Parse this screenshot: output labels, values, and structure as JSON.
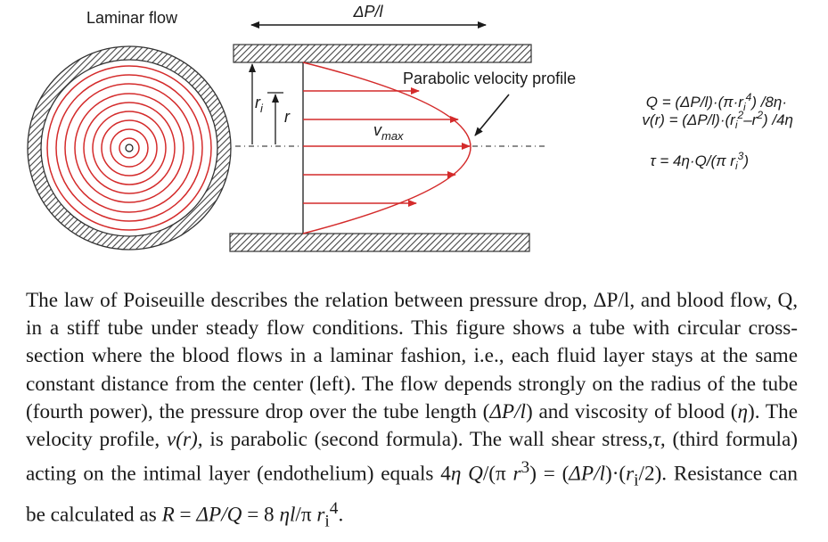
{
  "figure": {
    "cross_section_label": "Laminar flow",
    "pressure_label": "ΔP/l",
    "profile_label": "Parabolic velocity profile",
    "radius_labels": {
      "outer": "r",
      "outer_subscript": "i",
      "inner": "r"
    },
    "vmax_label": "v",
    "vmax_subscript": "max",
    "formulas": {
      "q": {
        "head": "Q = (ΔP/l)·(π·r",
        "sub": "i",
        "sup": "4",
        "tail": ") /8η·"
      },
      "v": {
        "head": "v(r) = (ΔP/l)·(r",
        "sub": "i",
        "sup": "2",
        "mid": "–r",
        "sup2": "2",
        "tail": ") /4η"
      },
      "tau": {
        "head": "τ = 4η·Q/(π r",
        "sub": "i",
        "sup": "3",
        "tail": ")"
      }
    },
    "colors": {
      "flow": "#d42b2b",
      "wall": "#444444",
      "ink": "#1a1a1a"
    }
  },
  "caption": {
    "s1": "The law of Poiseuille describes the relation between pressure drop, ΔP/l, and blood flow, Q, in a stiff tube under steady flow conditions. This figure shows a tube with circular cross-section where the blood flows in a laminar fashion, i.e., each fluid layer stays at the same constant distance from the center (left). The flow depends strongly on the radius of the tube (fourth power), the pressure drop over the tube length (",
    "s1_sym": "ΔP/l",
    "s2": ") and viscosity of blood (",
    "s2_sym": "η",
    "s3": "). The velocity profile, ",
    "s3_sym": "v(r),",
    "s4": " is parabolic (sec­ond formula). The wall shear stress,",
    "s4_sym": "τ,",
    "s5": " (third formula) acting on the intimal layer (endothelium) equals 4",
    "s5_sym": "η Q",
    "s6": "/(π ",
    "s6_sym": "r",
    "s6_sup": "3",
    "s7": ") = (",
    "s7_sym": "ΔP/l",
    "s8": ")·(",
    "s8_sym": "r",
    "s8_sub": "i",
    "s9": "/2). Resistance can be calculated as ",
    "s9_sym": "R",
    "s10": " = ",
    "s10_sym": "ΔP/Q",
    "s11": " = 8 ",
    "s11_sym": "ηl",
    "s12": "/π ",
    "s12_sym": "r",
    "s12_sub": "i",
    "s12_sup": "4",
    "s13": "."
  }
}
